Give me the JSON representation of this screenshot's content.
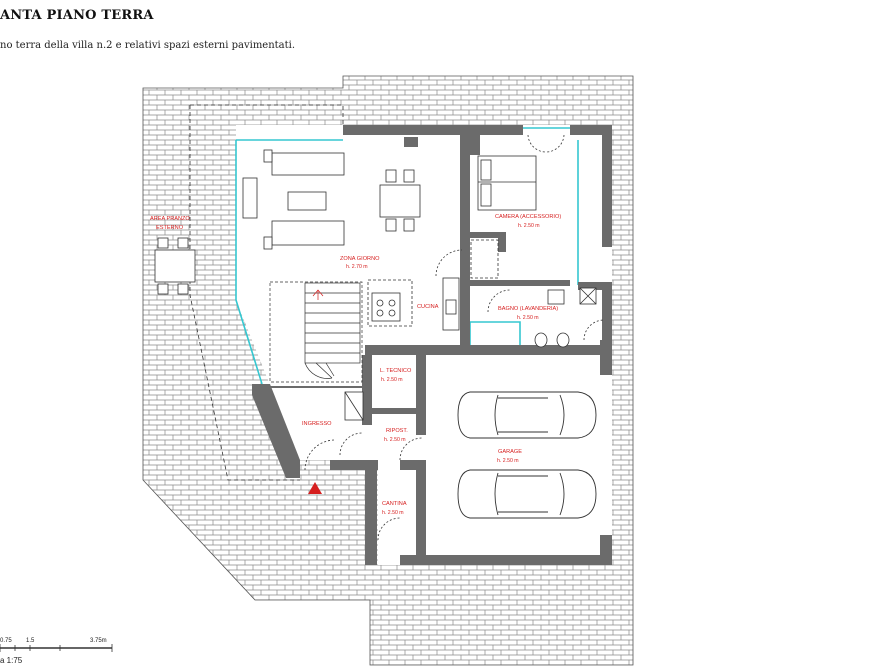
{
  "header": {
    "title": "ANTA PIANO TERRA",
    "subtitle": "no terra della villa n.2 e relativi spazi esterni pavimentati."
  },
  "rooms": {
    "zona_giorno": {
      "name": "ZONA GIORNO",
      "height": "h. 2.70 m"
    },
    "camera": {
      "name": "CAMERA (ACCESSORIO)",
      "height": "h. 2.50 m"
    },
    "cucina": {
      "name": "CUCINA"
    },
    "bagno": {
      "name": "BAGNO (LAVANDERIA)",
      "height": "h. 2.50 m"
    },
    "locale_tecnico": {
      "name": "L. TECNICO",
      "height": "h. 2.50 m"
    },
    "ripostiglio": {
      "name": "RIPOST.",
      "height": "h. 2.50 m"
    },
    "ingresso": {
      "name": "INGRESSO"
    },
    "garage": {
      "name": "GARAGE",
      "height": "h. 2.50 m"
    },
    "cantina": {
      "name": "CANTINA",
      "height": "h. 2.50 m"
    },
    "area_pranzo": {
      "line1": "AREA PRANZO",
      "line2": "ESTERNO"
    }
  },
  "scale": {
    "ticks": [
      "0.75",
      "1.5",
      "3.75m"
    ],
    "ratio": "a 1:75"
  },
  "colors": {
    "wall": "#6b6b6b",
    "label": "#d61f1f",
    "glass": "#35c7d0",
    "paving": "#8a8a8a"
  }
}
